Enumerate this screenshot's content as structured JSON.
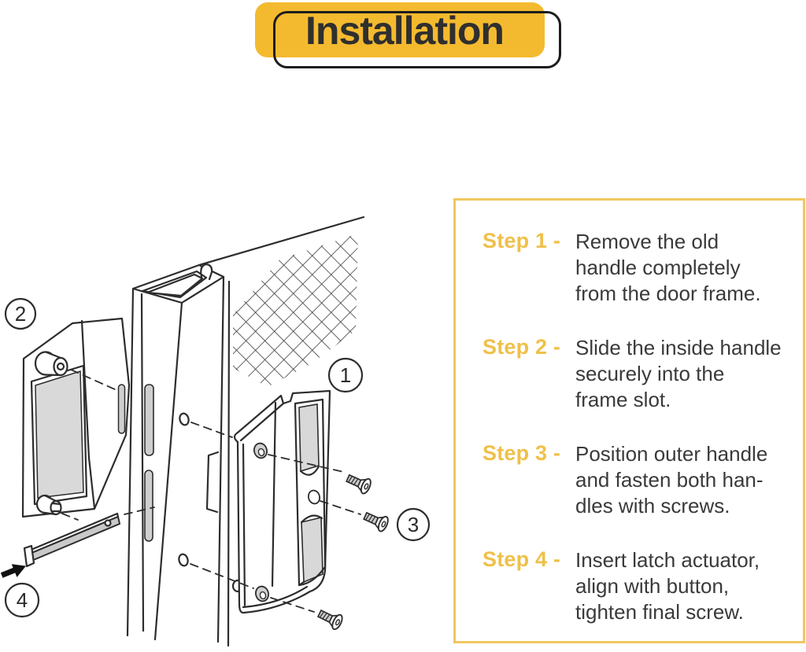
{
  "title": "Installation",
  "steps": [
    {
      "label": "Step 1 -",
      "lines": [
        "Remove the old",
        "handle completely",
        "from the door frame."
      ]
    },
    {
      "label": "Step 2 -",
      "lines": [
        "Slide the inside handle",
        "securely into the",
        "frame slot."
      ]
    },
    {
      "label": "Step 3 -",
      "lines": [
        "Position outer handle",
        "and fasten both han-",
        "dles with screws."
      ]
    },
    {
      "label": "Step 4 -",
      "lines": [
        "Insert latch actuator,",
        "align with button,",
        "tighten final screw."
      ]
    }
  ],
  "diagram": {
    "callouts": [
      {
        "number": "1",
        "part": "outer-handle"
      },
      {
        "number": "2",
        "part": "inside-handle"
      },
      {
        "number": "3",
        "part": "screws"
      },
      {
        "number": "4",
        "part": "latch-actuator"
      }
    ]
  },
  "colors": {
    "title_highlight": "#F4BA2F",
    "step_label": "#EFC04A",
    "panel_border": "#F1C75F",
    "body_text": "#3A3A3A",
    "line_art": "#2D2D2D"
  }
}
